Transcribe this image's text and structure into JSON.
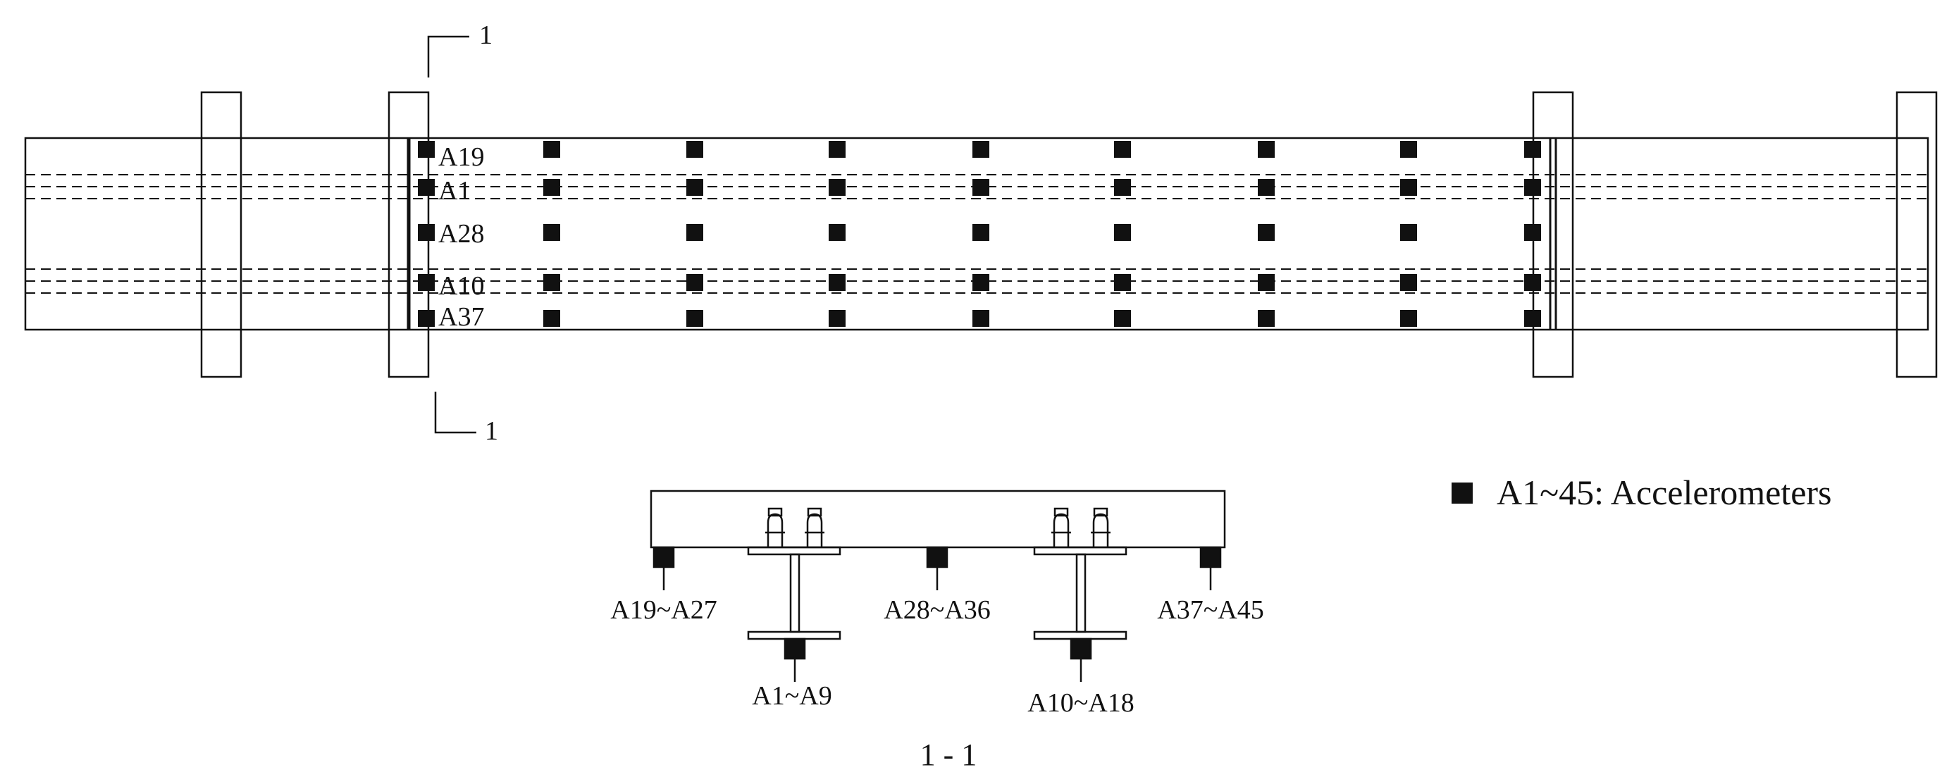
{
  "plan_view": {
    "row_labels": [
      "A19",
      "A1",
      "A28",
      "A10",
      "A37"
    ],
    "section_mark_top": "1",
    "section_mark_bottom": "1"
  },
  "section_view": {
    "sensor_labels": [
      "A19~A27",
      "A28~A36",
      "A37~A45",
      "A1~A9",
      "A10~A18"
    ],
    "caption": "1 - 1"
  },
  "legend": {
    "label": "A1~45: Accelerometers"
  },
  "colors": {
    "line": "#111111",
    "sensor": "#111111",
    "background": "#ffffff"
  }
}
